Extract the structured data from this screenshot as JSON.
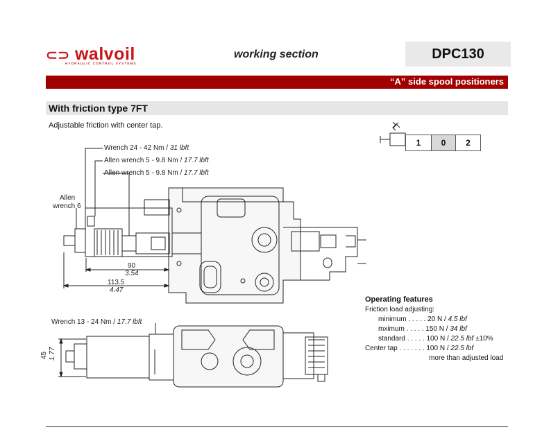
{
  "header": {
    "brand": "walvoil",
    "brand_tagline": "HYDRAULIC CONTROL SYSTEMS",
    "section": "working section",
    "code": "DPC130"
  },
  "banner": {
    "title": "“A” side spool positioners"
  },
  "subsection": {
    "title": "With friction type 7FT",
    "description": "Adjustable friction with center tap."
  },
  "positions": [
    "1",
    "0",
    "2"
  ],
  "top_view": {
    "wrench_24_a": "Wrench 24 - 42 Nm / ",
    "wrench_24_b": "31 lbft",
    "allen_5_1a": "Allen wrench 5 - 9.8 Nm / ",
    "allen_5_1b": "17.7 lbft",
    "allen_5_2a": "Allen wrench 5 - 9.8 Nm / ",
    "allen_5_2b": "17.7 lbft",
    "allen_6_l1": "Allen",
    "allen_6_l2": "wrench 6",
    "dim_90_mm": "90",
    "dim_90_in": "3.54",
    "dim_113_mm": "113.5",
    "dim_113_in": "4.47"
  },
  "bottom_view": {
    "wrench_13_a": "Wrench 13 - 24 Nm / ",
    "wrench_13_b": "17.7 lbft",
    "dim_45_mm": "45",
    "dim_45_in": "1.77"
  },
  "features": {
    "title": "Operating features",
    "subtitle": "Friction load adjusting:",
    "min_label": "minimum . . . . . 20 N / ",
    "min_val": "4.5 lbf",
    "max_label": "mximum . . . . . 150 N / ",
    "max_val": "34 lbf",
    "std_label": "standard . . . . . 100 N / ",
    "std_val": "22.5 lbf",
    "std_tol": " ±10%",
    "center_label": "Center tap . . . . . . . 100 N / ",
    "center_val": "22.5 lbf",
    "center_note": "more than adjusted load"
  },
  "colors": {
    "brand_red": "#c81418",
    "banner_red": "#a00000",
    "bar_grey": "#e6e6e6"
  }
}
